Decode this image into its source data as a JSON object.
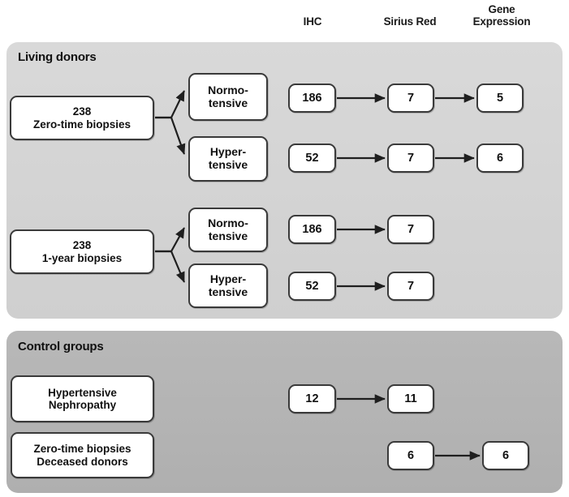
{
  "columns": [
    {
      "id": "ihc",
      "label": "IHC"
    },
    {
      "id": "sirius_red",
      "label": "Sirius Red"
    },
    {
      "id": "gene_expression_line1",
      "label": "Gene"
    },
    {
      "id": "gene_expression_line2",
      "label": "Expression"
    }
  ],
  "panels": {
    "living": {
      "title": "Living donors",
      "groups": [
        {
          "source_line1": "238",
          "source_line2": "Zero-time biopsies",
          "branches": [
            {
              "label_line1": "Normo-",
              "label_line2": "tensive",
              "ihc": "186",
              "sirius_red": "7",
              "gene_expression": "5"
            },
            {
              "label_line1": "Hyper-",
              "label_line2": "tensive",
              "ihc": "52",
              "sirius_red": "7",
              "gene_expression": "6"
            }
          ]
        },
        {
          "source_line1": "238",
          "source_line2": "1-year biopsies",
          "branches": [
            {
              "label_line1": "Normo-",
              "label_line2": "tensive",
              "ihc": "186",
              "sirius_red": "7",
              "gene_expression": ""
            },
            {
              "label_line1": "Hyper-",
              "label_line2": "tensive",
              "ihc": "52",
              "sirius_red": "7",
              "gene_expression": ""
            }
          ]
        }
      ]
    },
    "control": {
      "title": "Control groups",
      "rows": [
        {
          "label_line1": "Hypertensive",
          "label_line2": "Nephropathy",
          "ihc": "12",
          "sirius_red": "11",
          "gene_expression": ""
        },
        {
          "label_line1": "Zero-time biopsies",
          "label_line2": "Deceased donors",
          "ihc": "",
          "sirius_red": "6",
          "gene_expression": "6"
        }
      ]
    }
  },
  "colors": {
    "page_background": "#ffffff",
    "living_panel": "#d5d5d5",
    "control_panel": "#b4b4b4",
    "node_border": "#3a3a3a",
    "node_fill": "#ffffff",
    "text": "#111111",
    "arrow": "#1f1f1f"
  }
}
